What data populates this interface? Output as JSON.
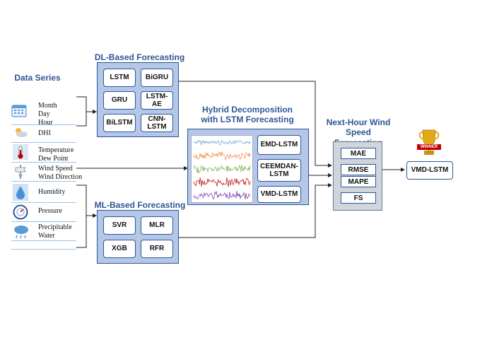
{
  "data_series": {
    "title": "Data Series",
    "items": [
      {
        "label": "Month\nDay\nHour",
        "icon": "calendar-icon"
      },
      {
        "label": "DHI",
        "icon": "sun-cloud-icon"
      },
      {
        "label": "Temperature\nDew Point",
        "icon": "thermometer-icon"
      },
      {
        "label": "Wind Speed\nWind Direction",
        "icon": "weather-vane-icon"
      },
      {
        "label": "Humidity",
        "icon": "droplet-icon"
      },
      {
        "label": "Pressure",
        "icon": "gauge-icon"
      },
      {
        "label": "Precipitable\nWater",
        "icon": "rain-cloud-icon"
      }
    ]
  },
  "dl_forecasting": {
    "title": "DL-Based Forecasting",
    "models": [
      "LSTM",
      "BiGRU",
      "GRU",
      "LSTM-AE",
      "BiLSTM",
      "CNN-\nLSTM"
    ]
  },
  "ml_forecasting": {
    "title": "ML-Based Forecasting",
    "models": [
      "SVR",
      "MLR",
      "XGB",
      "RFR"
    ]
  },
  "hybrid": {
    "title": "Hybrid Decomposition\nwith LSTM Forecasting",
    "models": [
      "EMD-LSTM",
      "CEEMDAN-\nLSTM",
      "VMD-LSTM"
    ],
    "signal_colors": [
      "#5b9bd5",
      "#ed7d31",
      "#70ad47",
      "#c00000",
      "#7030a0"
    ]
  },
  "results": {
    "title": "Next-Hour Wind Speed\nForecasting Results",
    "metrics": [
      "MAE",
      "RMSE",
      "MAPE",
      "FS"
    ]
  },
  "winner": {
    "badge": "WINNER",
    "model": "VMD-LSTM"
  },
  "colors": {
    "heading": "#2f5597",
    "panel": "#b4c7e7",
    "results_panel": "#d0d5dc",
    "trophy": "#e6a817"
  }
}
